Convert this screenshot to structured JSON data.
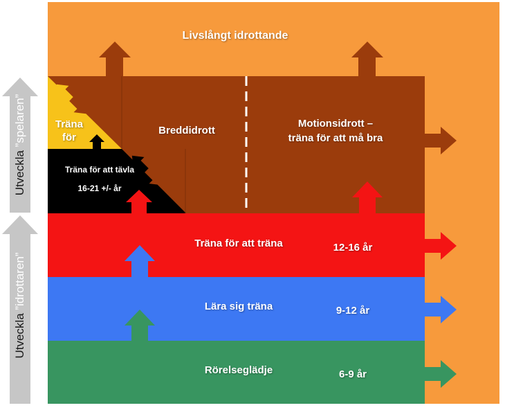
{
  "colors": {
    "orange": "#f79a3c",
    "brown": "#9b3c0c",
    "yellow": "#f7c21a",
    "black": "#000000",
    "red": "#f41414",
    "blue": "#3d78f3",
    "green": "#389560",
    "grey": "#c6c6c6"
  },
  "top": {
    "label": "Livslångt idrottande"
  },
  "stage_compete": {
    "label_line1": "Träna",
    "label_line2": "för",
    "label_black": "Träna för att tävla",
    "age": "16-21 +/- år"
  },
  "breadth": {
    "label": "Breddidrott"
  },
  "exercise": {
    "label_line1": "Motionsidrott –",
    "label_line2": "träna för att må bra"
  },
  "train_to_train": {
    "label": "Träna för att träna",
    "age": "12-16 år"
  },
  "learn_to_train": {
    "label": "Lära sig träna",
    "age": "9-12 år"
  },
  "joy_of_movement": {
    "label": "Rörelseglädje",
    "age": "6-9 år"
  },
  "side": {
    "player_left": "Utveckla ",
    "player_right": "”spelaren”",
    "athlete_left": "Utveckla ",
    "athlete_right": "”idrottaren”"
  }
}
